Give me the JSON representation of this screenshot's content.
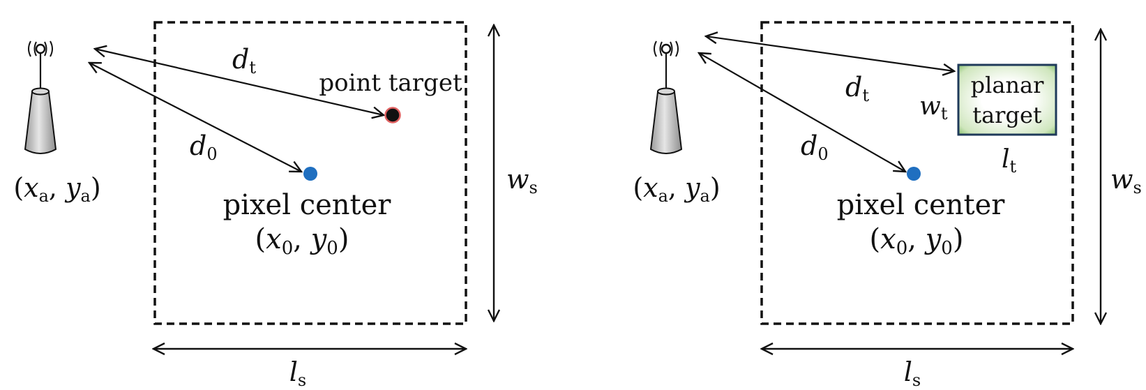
{
  "left_panel": {
    "antenna_label": "(x_a, y_a)",
    "d_t_label": "d_t",
    "d_0_label": "d_0",
    "target_label": "point target",
    "pixel_center_label": "pixel center",
    "pixel_coords_label": "(x_0, y_0)",
    "width_label": "w_s",
    "length_label": "l_s"
  },
  "right_panel": {
    "antenna_label": "(x_a, y_a)",
    "d_t_label": "d_t",
    "d_0_label": "d_0",
    "target_label_line1": "planar",
    "target_label_line2": "target",
    "target_width_label": "w_t",
    "target_length_label": "l_t",
    "pixel_center_label": "pixel center",
    "pixel_coords_label": "(x_0, y_0)",
    "width_label": "w_s",
    "length_label": "l_s"
  },
  "colors": {
    "pixel_center": "#1f6fc0",
    "point_target_fill": "#111111",
    "point_target_ring": "#e06060",
    "planar_target_edge": "#1f3a5a",
    "planar_target_glow": "#6ab04c"
  }
}
